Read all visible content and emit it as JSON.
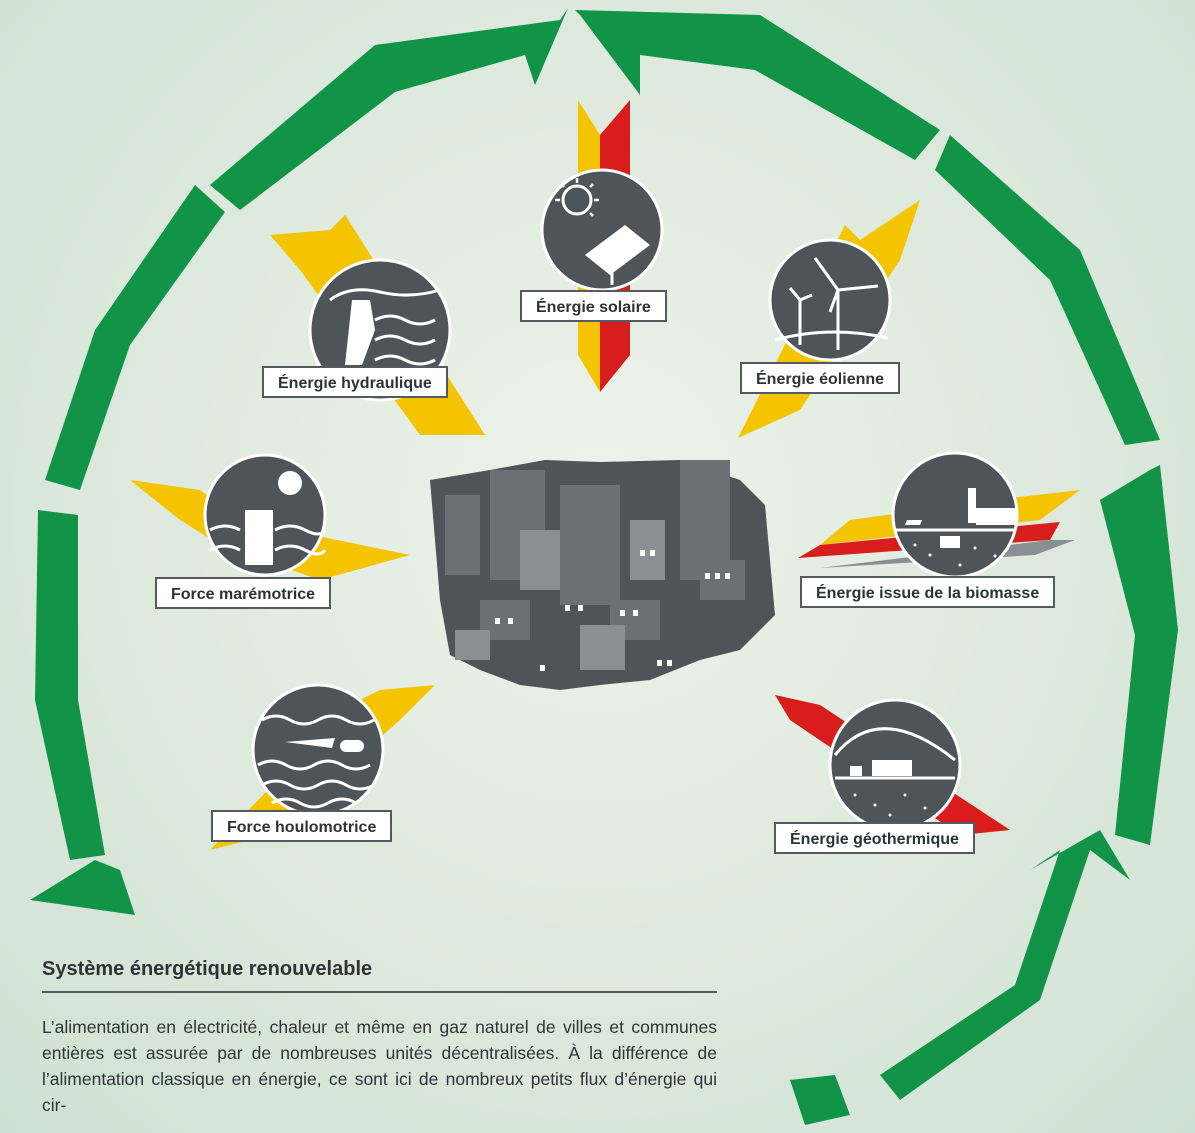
{
  "colors": {
    "cycle_green": "#119448",
    "sun_yellow": "#f5c400",
    "heat_red": "#d91c1c",
    "icon_gray": "#4f5459",
    "city_gray": "#6b7075"
  },
  "sources": [
    {
      "id": "solar",
      "label": "Énergie solaire",
      "icon": "solar-panel-icon"
    },
    {
      "id": "hydro",
      "label": "Énergie hydraulique",
      "icon": "dam-icon"
    },
    {
      "id": "wind",
      "label": "Énergie éolienne",
      "icon": "wind-turbine-icon"
    },
    {
      "id": "tidal",
      "label": "Force marémotrice",
      "icon": "tidal-plant-icon"
    },
    {
      "id": "biomass",
      "label": "Énergie issue de la biomasse",
      "icon": "biomass-plant-icon"
    },
    {
      "id": "wave",
      "label": "Force houlomotrice",
      "icon": "wave-energy-icon"
    },
    {
      "id": "geothermal",
      "label": "Énergie géothermique",
      "icon": "geothermal-plant-icon"
    }
  ],
  "center": {
    "icon": "city-icon"
  },
  "caption": {
    "title": "Système énergétique renouvelable",
    "body": "L’alimentation en électricité, chaleur et même en gaz naturel de villes et communes entières est assurée par de nombreuses unités décentralisées. À la différence de l’alimentation classique en énergie, ce sont ici de nombreux petits flux d’énergie qui cir-"
  }
}
